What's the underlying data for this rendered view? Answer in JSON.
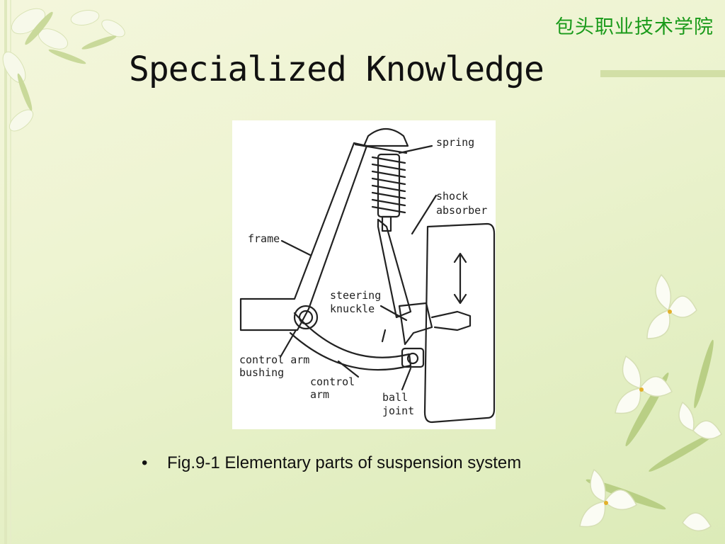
{
  "slide": {
    "institution": "包头职业技术学院",
    "title": "Specialized Knowledge",
    "caption_bullet": "•",
    "caption": "Fig.9-1 Elementary parts of suspension system"
  },
  "figure": {
    "labels": {
      "spring": "spring",
      "shock_line1": "shock",
      "shock_line2": "absorber",
      "frame": "frame",
      "steering_line1": "steering",
      "steering_line2": "knuckle",
      "bushing_line1": "control arm",
      "bushing_line2": "bushing",
      "arm_line1": "control",
      "arm_line2": "arm",
      "ball_line1": "ball",
      "ball_line2": "joint"
    }
  },
  "colors": {
    "institution": "#1a9a1a",
    "background": "#eef4d2"
  }
}
